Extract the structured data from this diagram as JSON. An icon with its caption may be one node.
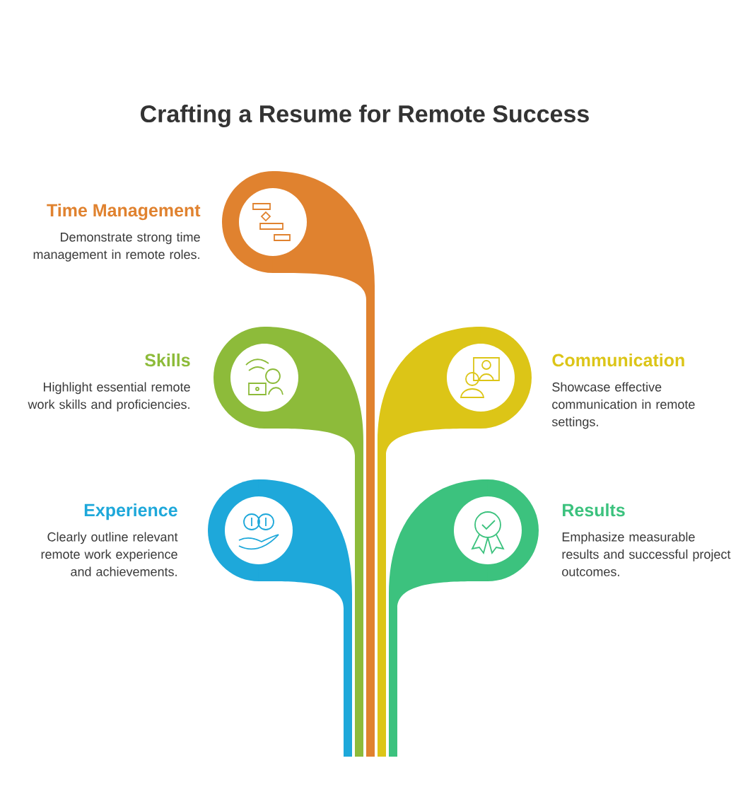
{
  "diagram": {
    "title": "Crafting a Resume for Remote Success",
    "nodes": [
      {
        "text": [
          "Time Management",
          "Demonstrate strong time management in remote roles."
        ]
      },
      {
        "text": [
          "Skills",
          "Highlight essential remote work skills and proficiencies."
        ]
      },
      {
        "text": [
          "Communication",
          "Showcase effective communication in remote settings."
        ]
      },
      {
        "text": [
          "Experience",
          "Clearly outline relevant remote work experience and achievements."
        ]
      },
      {
        "text": [
          "Results",
          "Emphasize measurable results and successful project outcomes."
        ]
      }
    ]
  }
}
